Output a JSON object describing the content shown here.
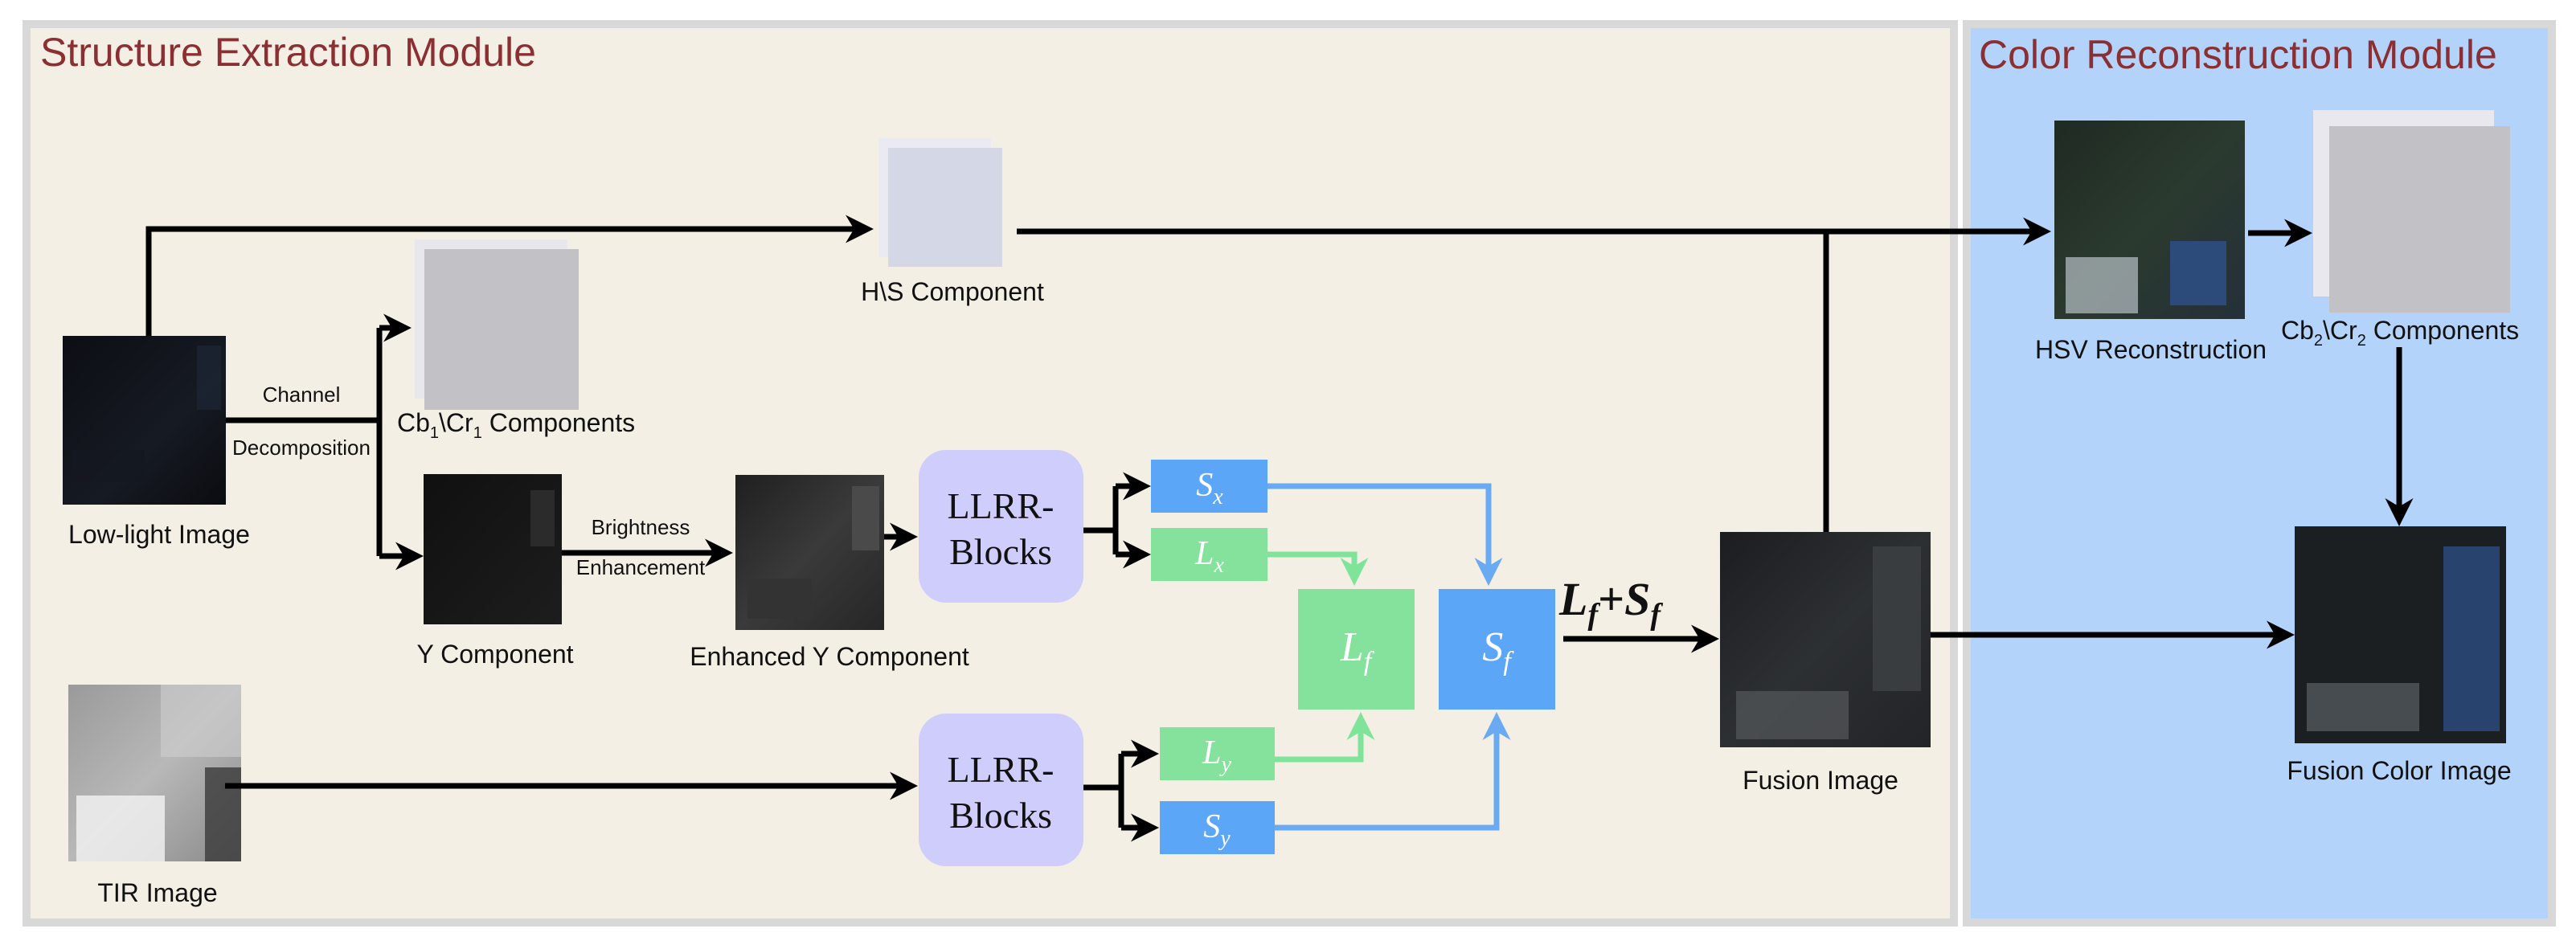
{
  "modules": {
    "structure": {
      "title": "Structure Extraction Module"
    },
    "color": {
      "title": "Color Reconstruction Module"
    }
  },
  "labels": {
    "low_light": "Low-light Image",
    "tir": "TIR Image",
    "hs_component": "H\\S Component",
    "cbcr1": {
      "prefix": "Cb",
      "sub1": "1",
      "mid": "\\Cr",
      "sub2": "1",
      "suffix": " Components"
    },
    "cbcr2": {
      "prefix": "Cb",
      "sub1": "2",
      "mid": "\\Cr",
      "sub2": "2",
      "suffix": " Components"
    },
    "y_component": "Y Component",
    "enhanced_y": "Enhanced Y Component",
    "channel": "Channel",
    "decomposition": "Decomposition",
    "brightness": "Brightness",
    "enhancement": "Enhancement",
    "fusion_image": "Fusion Image",
    "hsv_reconstruction": "HSV Reconstruction",
    "fusion_color": "Fusion Color Image"
  },
  "blocks": {
    "llrr_top": {
      "line1": "LLRR-",
      "line2": "Blocks"
    },
    "llrr_bottom": {
      "line1": "LLRR-",
      "line2": "Blocks"
    }
  },
  "math": {
    "sx": {
      "base": "S",
      "sub": "x"
    },
    "lx": {
      "base": "L",
      "sub": "x"
    },
    "ly": {
      "base": "L",
      "sub": "y"
    },
    "sy": {
      "base": "S",
      "sub": "y"
    },
    "lf": {
      "base": "L",
      "sub": "f"
    },
    "sf": {
      "base": "S",
      "sub": "f"
    },
    "sum": {
      "a": "L",
      "a_sub": "f",
      "plus": "+",
      "b": "S",
      "b_sub": "f"
    }
  },
  "colors": {
    "structure_bg": "#f4efe4",
    "color_bg": "#b4d3fa",
    "frame": "#d8d8d8",
    "title_red": "#8b2f33",
    "llrr_fill": "#cfcdfb",
    "blue_box": "#5ba6f6",
    "green_box": "#85e29c",
    "blue_arrow": "#69aaf3",
    "green_arrow": "#7fe39a",
    "black_arrow": "#000000"
  }
}
